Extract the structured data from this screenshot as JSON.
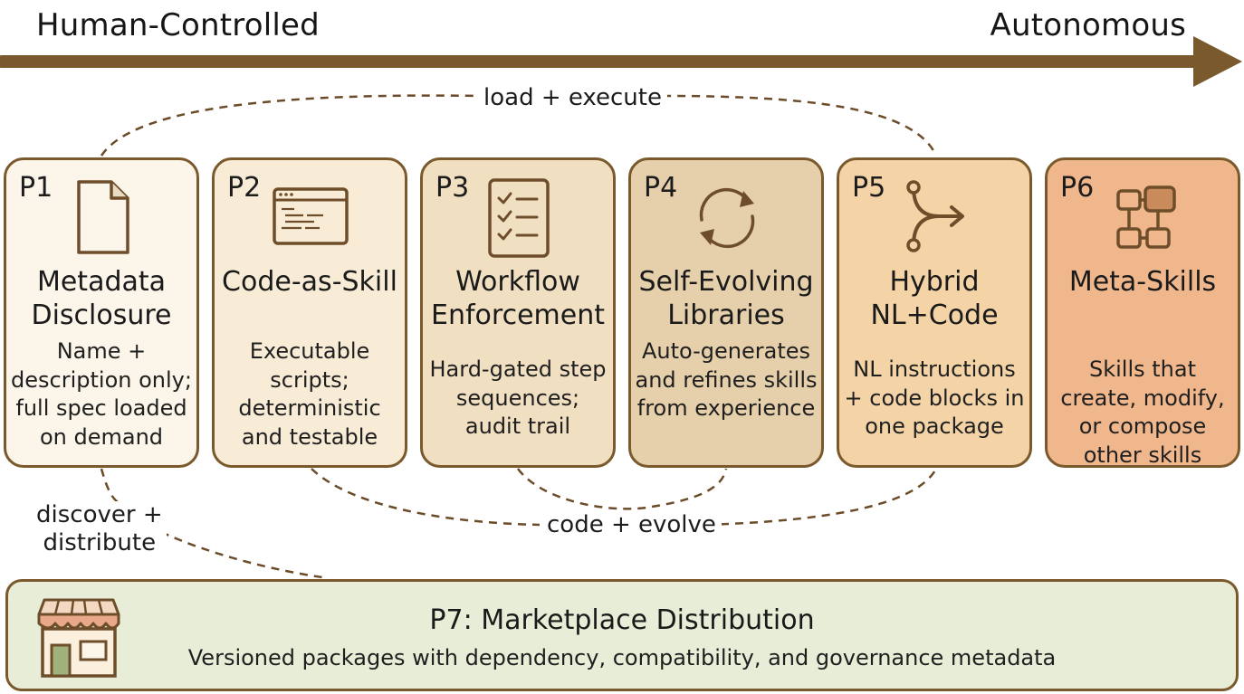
{
  "axis": {
    "left_label": "Human-Controlled",
    "right_label": "Autonomous"
  },
  "connectors": {
    "load_execute": "load + execute",
    "code_evolve": "code + evolve",
    "discover_distribute": "discover +\ndistribute"
  },
  "cards": [
    {
      "id": "P1",
      "title": "Metadata Disclosure",
      "description": "Name + description only; full spec loaded on demand",
      "icon": "document-icon"
    },
    {
      "id": "P2",
      "title": "Code-as-Skill",
      "description": "Executable scripts; deterministic and testable",
      "icon": "code-window-icon"
    },
    {
      "id": "P3",
      "title": "Workflow Enforcement",
      "description": "Hard-gated step sequences; audit trail",
      "icon": "checklist-icon"
    },
    {
      "id": "P4",
      "title": "Self-Evolving Libraries",
      "description": "Auto-generates and refines skills from experience",
      "icon": "refresh-cycle-icon"
    },
    {
      "id": "P5",
      "title": "Hybrid NL+Code",
      "description": "NL instructions + code blocks in one package",
      "icon": "merge-arrow-icon"
    },
    {
      "id": "P6",
      "title": "Meta-Skills",
      "description": "Skills that create, modify, or compose other skills",
      "icon": "connected-nodes-icon"
    }
  ],
  "marketplace": {
    "title": "P7: Marketplace Distribution",
    "description": "Versioned packages with dependency, compatibility, and governance metadata",
    "icon": "storefront-icon"
  },
  "colors": {
    "arrow": "#7a5a2c",
    "border": "#7a5a2c",
    "icon_stroke": "#6e4e2a",
    "card_p1": "#fbf5ea",
    "card_p2": "#f8ecd6",
    "card_p3": "#f1dfc2",
    "card_p4": "#e6cfab",
    "card_p5": "#f4d4a6",
    "card_p6": "#f1b78c",
    "card_p7": "#e7edd6"
  }
}
